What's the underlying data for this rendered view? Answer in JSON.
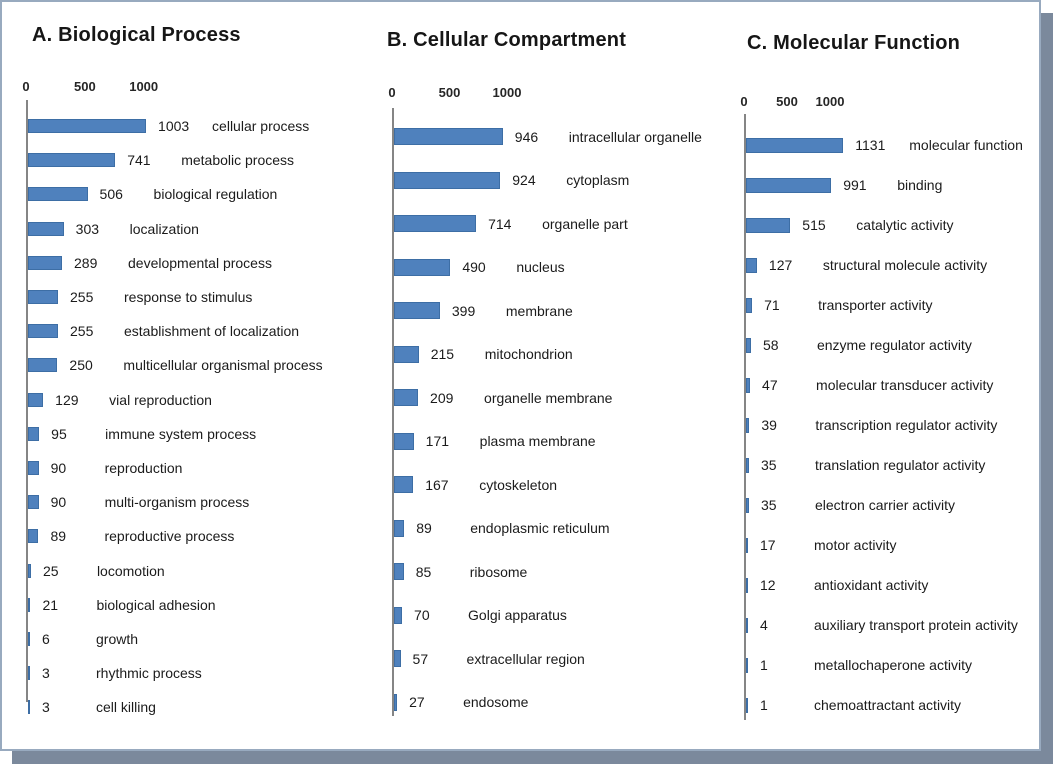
{
  "style": {
    "bar_fill": "#4f81bd",
    "bar_border": "#3d6ea5",
    "axis_color": "#858585",
    "panel_border": "#98aabf",
    "shadow_color": "#7b899c",
    "text_color": "#1b1b1b"
  },
  "chart_data": [
    {
      "type": "bar",
      "orientation": "horizontal",
      "title": "A. Biological Process",
      "xlabel": "",
      "ylabel": "",
      "axis_ticks": [
        0,
        500,
        1000
      ],
      "xlim": [
        0,
        1200
      ],
      "grid": false,
      "legend": false,
      "categories": [
        "cellular process",
        "metabolic process",
        "biological regulation",
        "localization",
        "developmental process",
        "response to stimulus",
        "establishment of localization",
        "multicellular organismal process",
        "vial reproduction",
        "immune system process",
        "reproduction",
        "multi-organism process",
        "reproductive process",
        "locomotion",
        "biological adhesion",
        "growth",
        "rhythmic process",
        "cell killing"
      ],
      "values": [
        1003,
        741,
        506,
        303,
        289,
        255,
        255,
        250,
        129,
        95,
        90,
        90,
        89,
        25,
        21,
        6,
        3,
        3
      ]
    },
    {
      "type": "bar",
      "orientation": "horizontal",
      "title": "B. Cellular Compartment",
      "xlabel": "",
      "ylabel": "",
      "axis_ticks": [
        0,
        500,
        1000
      ],
      "xlim": [
        0,
        1200
      ],
      "grid": false,
      "legend": false,
      "categories": [
        "intracellular organelle",
        "cytoplasm",
        "organelle part",
        "nucleus",
        "membrane",
        "mitochondrion",
        "organelle membrane",
        "plasma membrane",
        "cytoskeleton",
        "endoplasmic reticulum",
        "ribosome",
        "Golgi apparatus",
        "extracellular region",
        "endosome"
      ],
      "values": [
        946,
        924,
        714,
        490,
        399,
        215,
        209,
        171,
        167,
        89,
        85,
        70,
        57,
        27
      ]
    },
    {
      "type": "bar",
      "orientation": "horizontal",
      "title": "C. Molecular Function",
      "xlabel": "",
      "ylabel": "",
      "axis_ticks": [
        0,
        500,
        1000
      ],
      "xlim": [
        0,
        1300
      ],
      "grid": false,
      "legend": false,
      "categories": [
        "molecular function",
        "binding",
        "catalytic activity",
        "structural molecule activity",
        "transporter activity",
        "enzyme regulator activity",
        "molecular transducer activity",
        "transcription regulator activity",
        "translation regulator activity",
        "electron carrier activity",
        "motor activity",
        "antioxidant activity",
        "auxiliary transport protein activity",
        "metallochaperone activity",
        "chemoattractant activity"
      ],
      "values": [
        1131,
        991,
        515,
        127,
        71,
        58,
        47,
        39,
        35,
        35,
        17,
        12,
        4,
        1,
        1
      ]
    }
  ]
}
